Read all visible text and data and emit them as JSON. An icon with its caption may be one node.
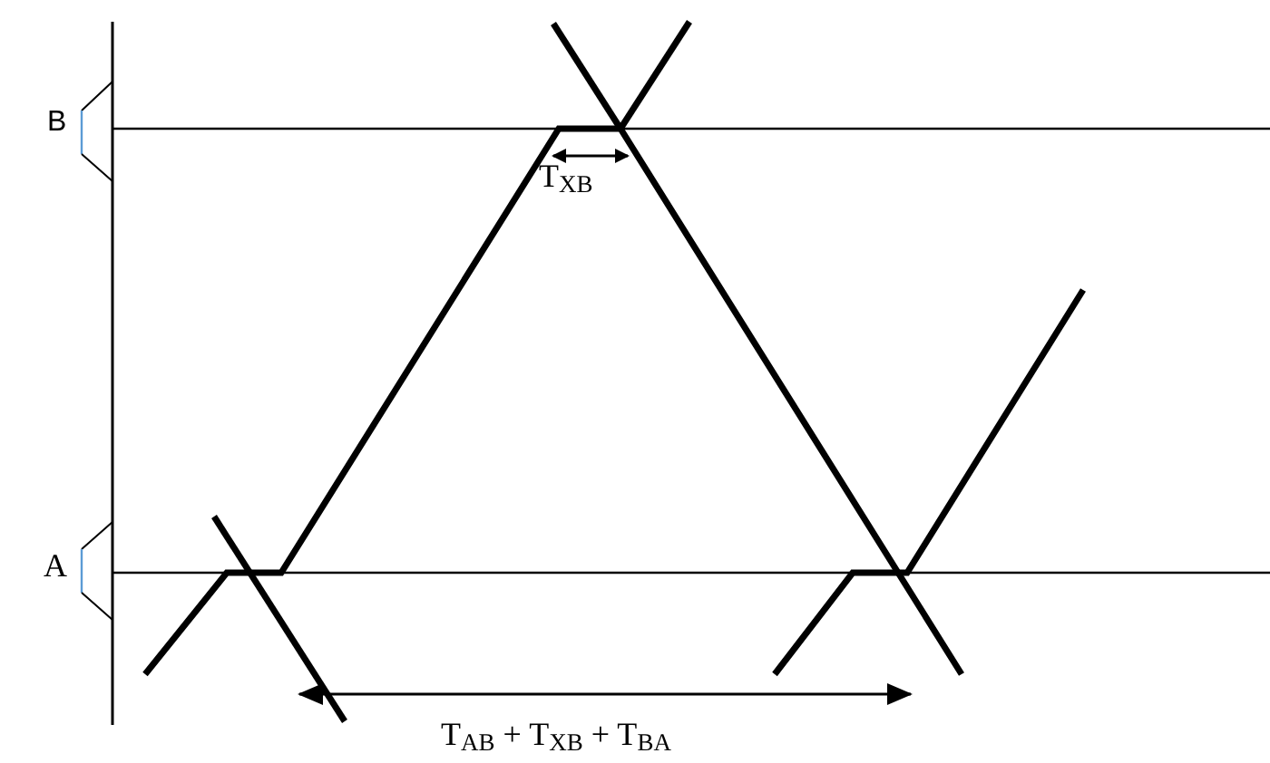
{
  "diagram": {
    "labels": [
      "B",
      "T$_{XB}$",
      "A",
      "T$_{AB}$ + T$_{XB}$ + T$_{BA}$"
    ]
  }
}
